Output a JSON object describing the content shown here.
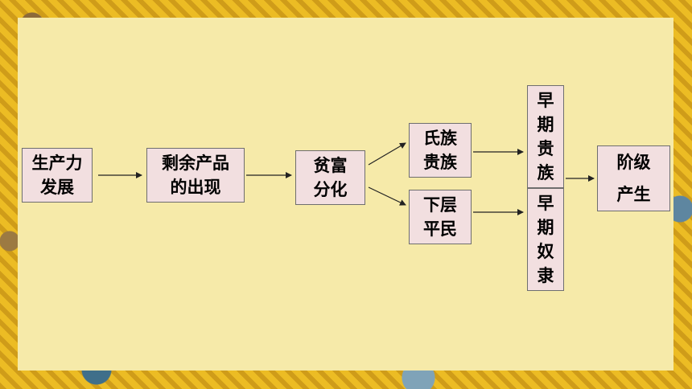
{
  "nodes": {
    "productivity": [
      "生产力",
      "发展"
    ],
    "surplus": [
      "剩余产品",
      "的出现"
    ],
    "wealth_gap": [
      "贫富",
      "分化"
    ],
    "clan_nobles": [
      "氏族",
      "贵族"
    ],
    "commoners": [
      "下层",
      "平民"
    ],
    "early_nobles": [
      "早",
      "期",
      "贵",
      "族"
    ],
    "early_slaves": [
      "早",
      "期",
      "奴",
      "隶"
    ],
    "class_emergence": [
      "阶级",
      "产生"
    ]
  },
  "colors": {
    "box_fill": "#f2dfe0",
    "panel": "#f6eaa9",
    "border": "#6e6e6e",
    "frame": "#e8b51c"
  }
}
